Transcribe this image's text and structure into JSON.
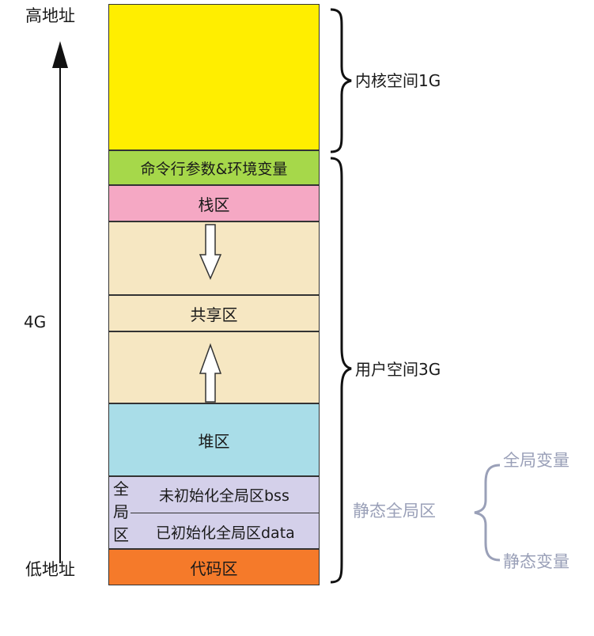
{
  "labels": {
    "high_address": "高地址",
    "low_address": "低地址",
    "total_size": "4G",
    "kernel_space": "内核空间1G",
    "user_space": "用户空间3G"
  },
  "segments": {
    "kernel": "",
    "args_env": "命令行参数&环境变量",
    "stack": "栈区",
    "shared": "共享区",
    "heap": "堆区",
    "global_side": [
      "全",
      "局",
      "区"
    ],
    "bss": "未初始化全局区bss",
    "data": "已初始化全局区data",
    "code": "代码区"
  },
  "static_annotation": {
    "label": "静态全局区",
    "global_var": "全局变量",
    "static_var": "静态变量"
  },
  "colors": {
    "kernel": "#ffee00",
    "args_env": "#a6d84a",
    "stack": "#f5a8c4",
    "shared": "#f6e7c2",
    "heap": "#a9dde8",
    "global": "#d4d0ea",
    "code": "#f57a2a",
    "annotation": "#9aa0b8"
  }
}
